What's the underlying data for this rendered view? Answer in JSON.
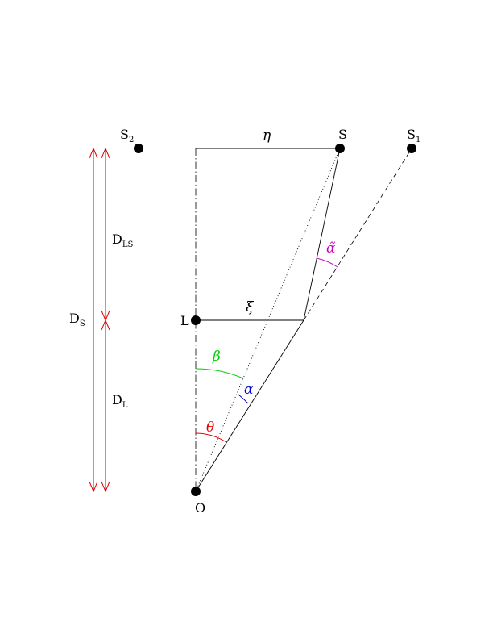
{
  "diagram": {
    "points": {
      "source": "S",
      "image_1": "S",
      "image_1_sub": "1",
      "image_2": "S",
      "image_2_sub": "2",
      "lens": "L",
      "observer": "O"
    },
    "lengths": {
      "eta": "η",
      "xi": "ξ"
    },
    "angles": {
      "theta": "θ",
      "alpha": "α",
      "beta": "β",
      "alpha_tilde": "α̃"
    },
    "distances": {
      "d_s": "D",
      "d_s_sub": "S",
      "d_ls": "D",
      "d_ls_sub": "LS",
      "d_l": "D",
      "d_l_sub": "L"
    }
  },
  "colors": {
    "ink": "#000000",
    "distance": "#e60000",
    "theta": "#e60000",
    "alpha": "#0000cc",
    "beta": "#00d000",
    "alpha_tilde": "#cc00cc"
  }
}
